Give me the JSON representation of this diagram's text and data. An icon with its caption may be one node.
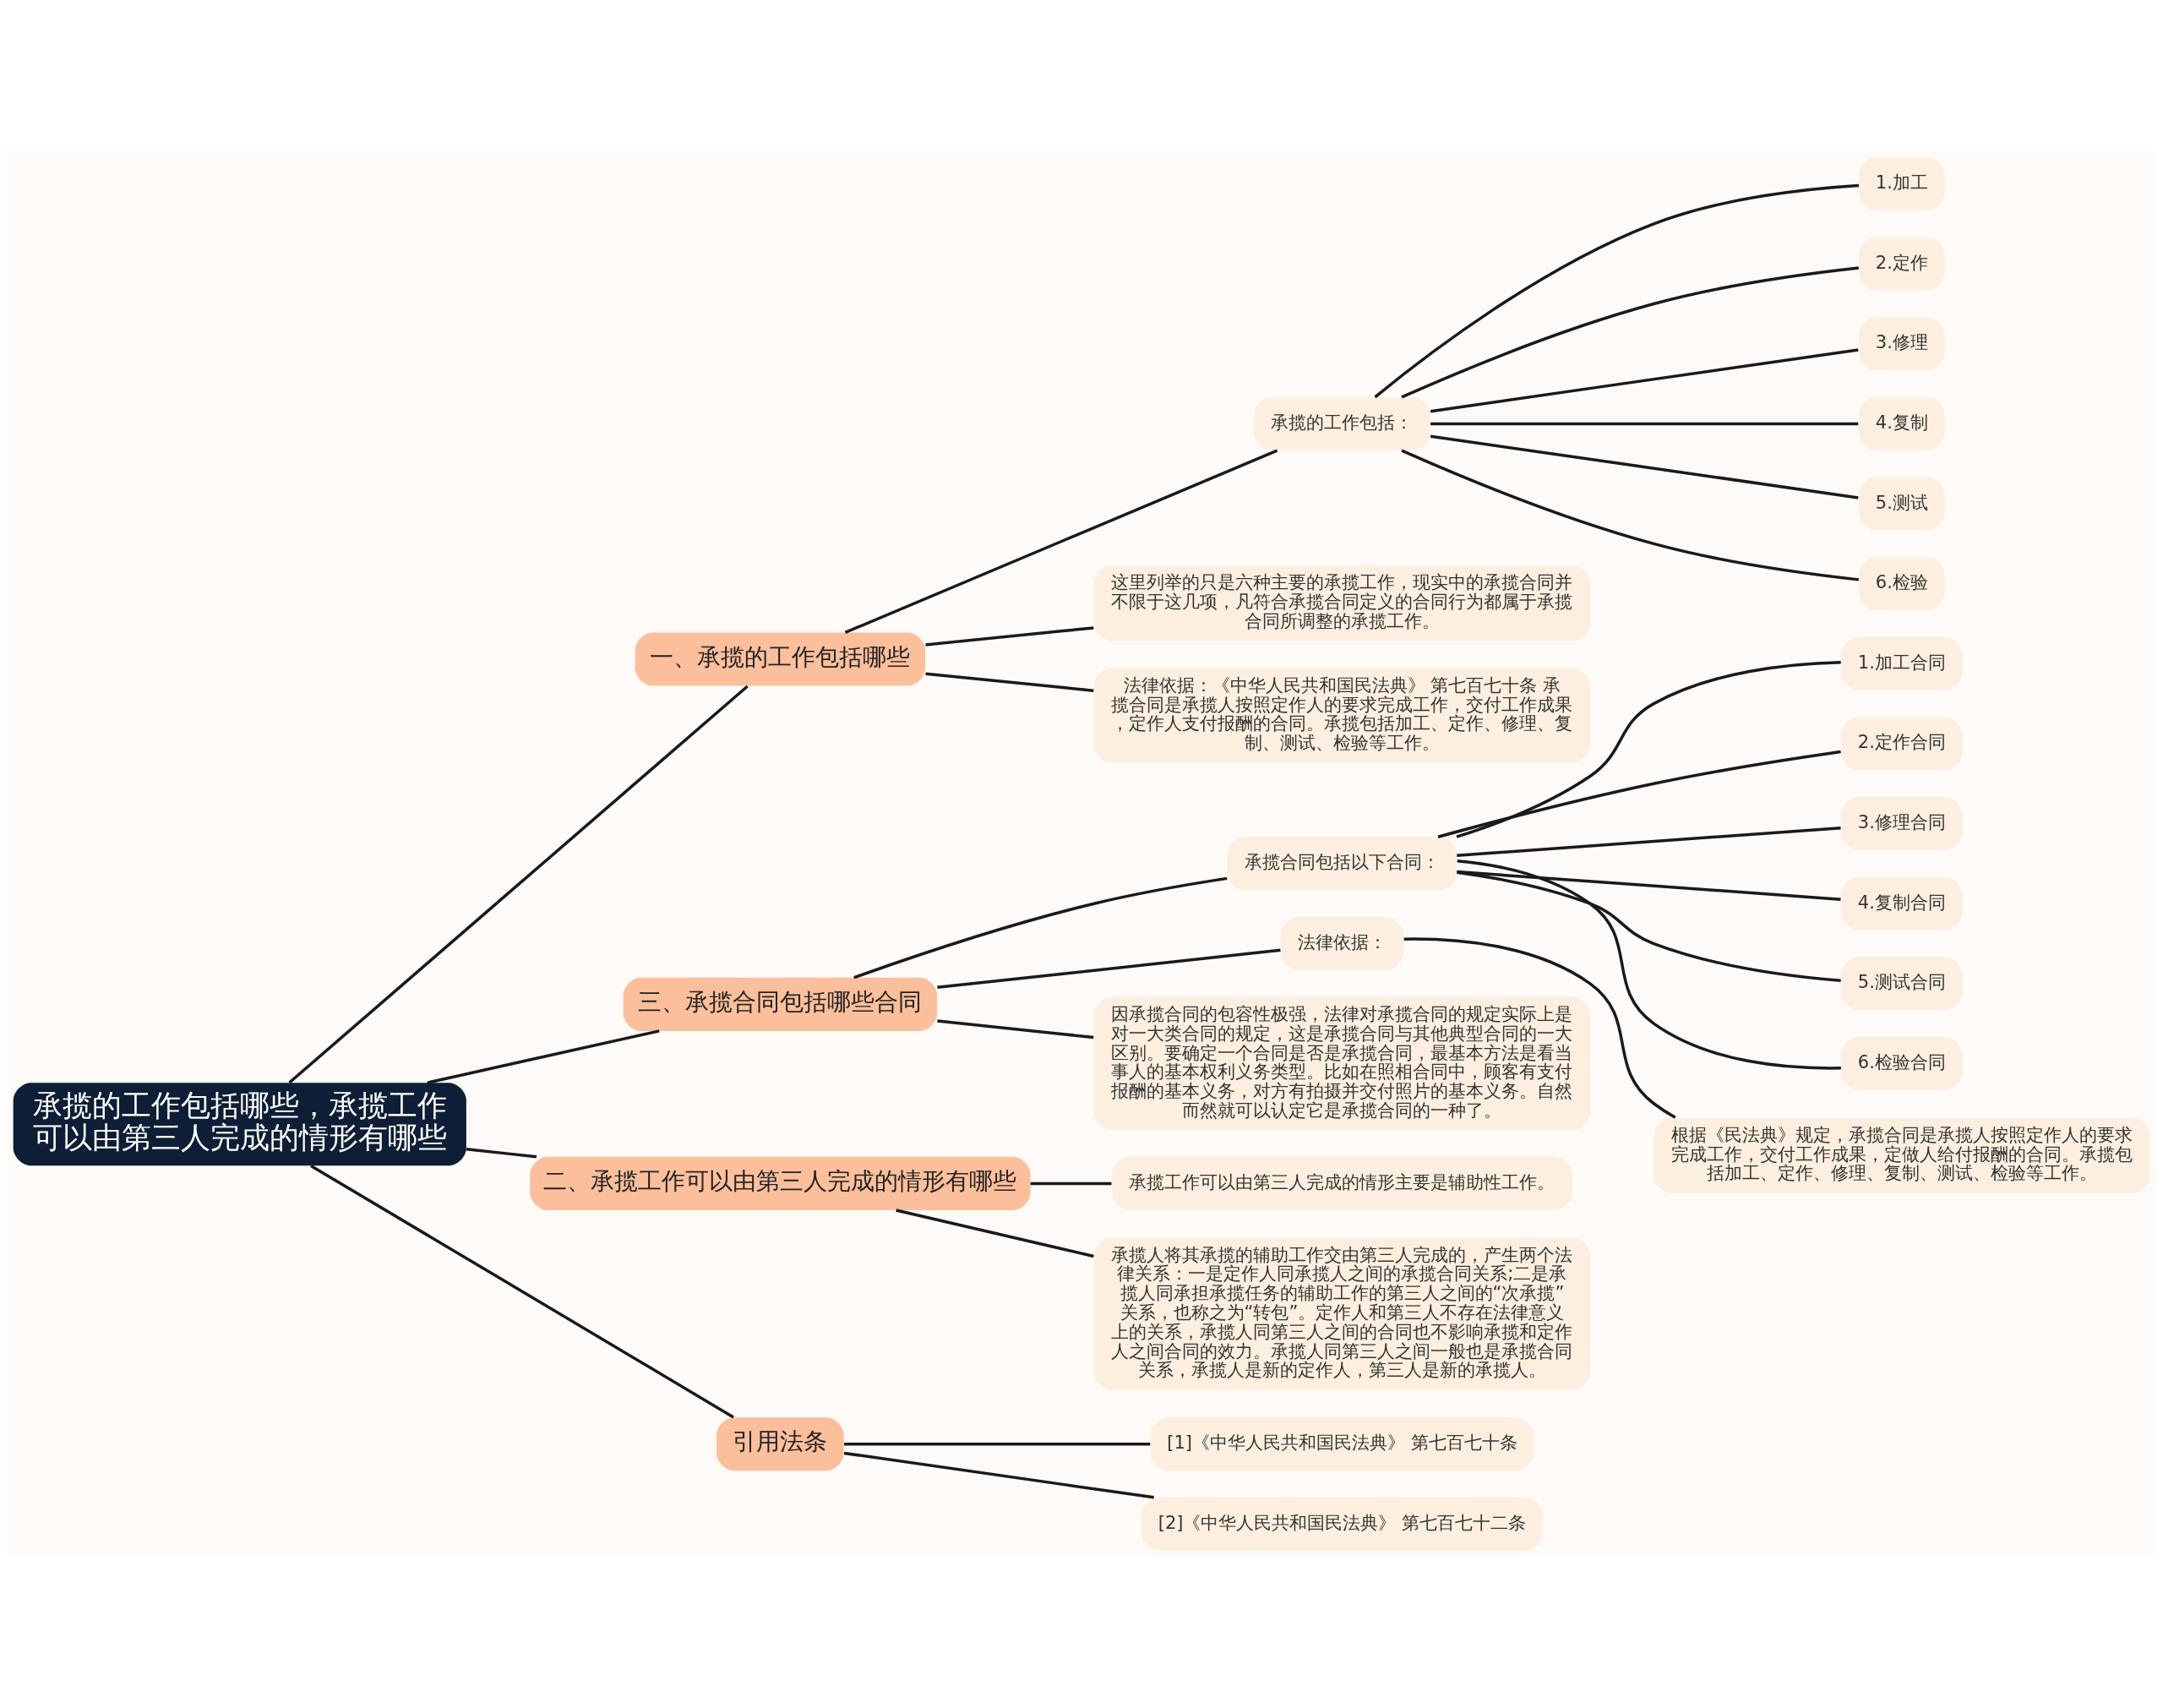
{
  "diagram": {
    "nodes": [
      {
        "text": [
          "承揽的工作包括哪些，承揽工作可以由第三人完成的情形有哪些"
        ]
      },
      {
        "text": [
          "一、承揽的工作包括哪些"
        ]
      },
      {
        "text": [
          "承揽的工作包括："
        ]
      },
      {
        "text": [
          "1.加工"
        ]
      },
      {
        "text": [
          "2.定作"
        ]
      },
      {
        "text": [
          "3.修理"
        ]
      },
      {
        "text": [
          "4.复制"
        ]
      },
      {
        "text": [
          "5.测试"
        ]
      },
      {
        "text": [
          "6.检验"
        ]
      },
      {
        "text": [
          "这里列举的只是六种主要的承揽工作，现实中的承揽合同并不限于这几项，凡符合承揽合同定义的合同行为都属于承揽合同所调整的承揽工作。"
        ]
      },
      {
        "text": [
          "法律依据：《中华人民共和国民法典》 第七百七十条 承揽合同是承揽人按照定作人的要求完成工作，交付工作成果，定作人支付报酬的合同。承揽包括加工、定作、修理、复制、测试、检验等工作。"
        ]
      },
      {
        "text": [
          "三、承揽合同包括哪些合同"
        ]
      },
      {
        "text": [
          "承揽合同包括以下合同："
        ]
      },
      {
        "text": [
          "1.加工合同"
        ]
      },
      {
        "text": [
          "2.定作合同"
        ]
      },
      {
        "text": [
          "3.修理合同"
        ]
      },
      {
        "text": [
          "4.复制合同"
        ]
      },
      {
        "text": [
          "5.测试合同"
        ]
      },
      {
        "text": [
          "6.检验合同"
        ]
      },
      {
        "text": [
          "法律依据："
        ]
      },
      {
        "text": [
          "根据《民法典》规定，承揽合同是承揽人按照定作人的要求完成工作，交付工作成果，定做人给付报酬的合同。承揽包括加工、定作、修理、复制、测试、检验等工作。"
        ]
      },
      {
        "text": [
          "因承揽合同的包容性极强，法律对承揽合同的规定实际上是对一大类合同的规定，这是承揽合同与其他典型合同的一大区别。要确定一个合同是否是承揽合同，最基本方法是看当事人的基本权利义务类型。比如在照相合同中，顾客有支付报酬的基本义务，对方有拍摄并交付照片的基本义务。自然而然就可以认定它是承揽合同的一种了。"
        ]
      },
      {
        "text": [
          "二、承揽工作可以由第三人完成的情形有哪些"
        ]
      },
      {
        "text": [
          "承揽工作可以由第三人完成的情形主要是辅助性工作。"
        ]
      },
      {
        "text": [
          "承揽人将其承揽的辅助工作交由第三人完成的，产生两个法律关系：一是定作人同承揽人之间的承揽合同关系;二是承揽人同承担承揽任务的辅助工作的第三人之间的“次承揽”关系，也称之为“转包”。定作人和第三人不存在法律意义上的关系，承揽人同第三人之间的合同也不影响承揽和定作人之间合同的效力。承揽人同第三人之间一般也是承揽合同关系，承揽人是新的定作人，第三人是新的承揽人。"
        ]
      },
      {
        "text": [
          "引用法条"
        ]
      },
      {
        "text": [
          "[1]《中华人民共和国民法典》 第七百七十条"
        ]
      },
      {
        "text": [
          "[2]《中华人民共和国民法典》 第七百七十二条"
        ]
      }
    ],
    "edges": [
      {
        "from": 0,
        "to": 1,
        "arrow": "none"
      },
      {
        "from": 1,
        "to": 2,
        "arrow": "none"
      },
      {
        "from": 2,
        "to": 3,
        "arrow": "none"
      },
      {
        "from": 2,
        "to": 4,
        "arrow": "none"
      },
      {
        "from": 2,
        "to": 5,
        "arrow": "none"
      },
      {
        "from": 2,
        "to": 6,
        "arrow": "none"
      },
      {
        "from": 2,
        "to": 7,
        "arrow": "none"
      },
      {
        "from": 2,
        "to": 8,
        "arrow": "none"
      },
      {
        "from": 1,
        "to": 9,
        "arrow": "none"
      },
      {
        "from": 1,
        "to": 10,
        "arrow": "none"
      },
      {
        "from": 0,
        "to": 11,
        "arrow": "none"
      },
      {
        "from": 11,
        "to": 12,
        "arrow": "none"
      },
      {
        "from": 12,
        "to": 13,
        "arrow": "none"
      },
      {
        "from": 12,
        "to": 14,
        "arrow": "none"
      },
      {
        "from": 12,
        "to": 15,
        "arrow": "none"
      },
      {
        "from": 12,
        "to": 16,
        "arrow": "none"
      },
      {
        "from": 12,
        "to": 17,
        "arrow": "none"
      },
      {
        "from": 12,
        "to": 18,
        "arrow": "none"
      },
      {
        "from": 11,
        "to": 19,
        "arrow": "none"
      },
      {
        "from": 19,
        "to": 20,
        "arrow": "none"
      },
      {
        "from": 11,
        "to": 21,
        "arrow": "none"
      },
      {
        "from": 0,
        "to": 22,
        "arrow": "none"
      },
      {
        "from": 22,
        "to": 23,
        "arrow": "none"
      },
      {
        "from": 22,
        "to": 24,
        "arrow": "none"
      },
      {
        "from": 0,
        "to": 25,
        "arrow": "none"
      },
      {
        "from": 25,
        "to": 26,
        "arrow": "none"
      },
      {
        "from": 25,
        "to": 27,
        "arrow": "none"
      }
    ]
  }
}
